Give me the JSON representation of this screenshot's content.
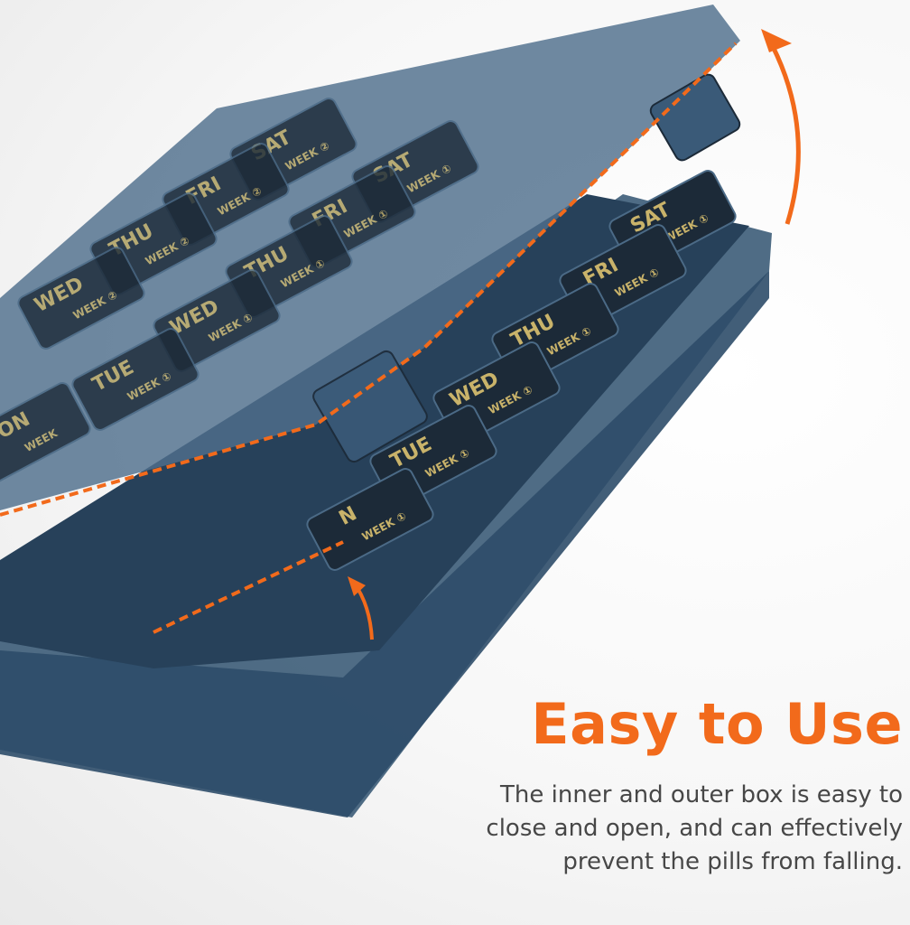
{
  "headline": "Easy to Use",
  "description": {
    "lines": [
      "The inner and outer box is easy to",
      "close and open, and can effectively",
      "prevent the pills from falling."
    ]
  },
  "product": {
    "lid_compartments": [
      {
        "day": "SAT",
        "week": "WEEK ②"
      },
      {
        "day": "SAT",
        "week": "WEEK ①"
      },
      {
        "day": "FRI",
        "week": "WEEK ②"
      },
      {
        "day": "FRI",
        "week": "WEEK ①"
      },
      {
        "day": "THU",
        "week": "WEEK ②"
      },
      {
        "day": "THU",
        "week": "WEEK ①"
      },
      {
        "day": "WED",
        "week": "WEEK ②"
      },
      {
        "day": "WED",
        "week": "WEEK ①"
      },
      {
        "day": "TUE",
        "week": "WEEK ①"
      },
      {
        "day": "MON",
        "week": "WEEK"
      }
    ],
    "tray_compartments": [
      {
        "day": "SAT",
        "week": "WEEK ①"
      },
      {
        "day": "FRI",
        "week": "WEEK ①"
      },
      {
        "day": "THU",
        "week": "WEEK ①"
      },
      {
        "day": "WED",
        "week": "WEEK ①"
      },
      {
        "day": "TUE",
        "week": "WEEK ①"
      },
      {
        "day": "N",
        "week": "WEEK ①"
      }
    ],
    "colors": {
      "case": "#2d4a63",
      "compartment": "#1c2a38",
      "label": "#c9b36a",
      "accent": "#f26a1b"
    }
  }
}
